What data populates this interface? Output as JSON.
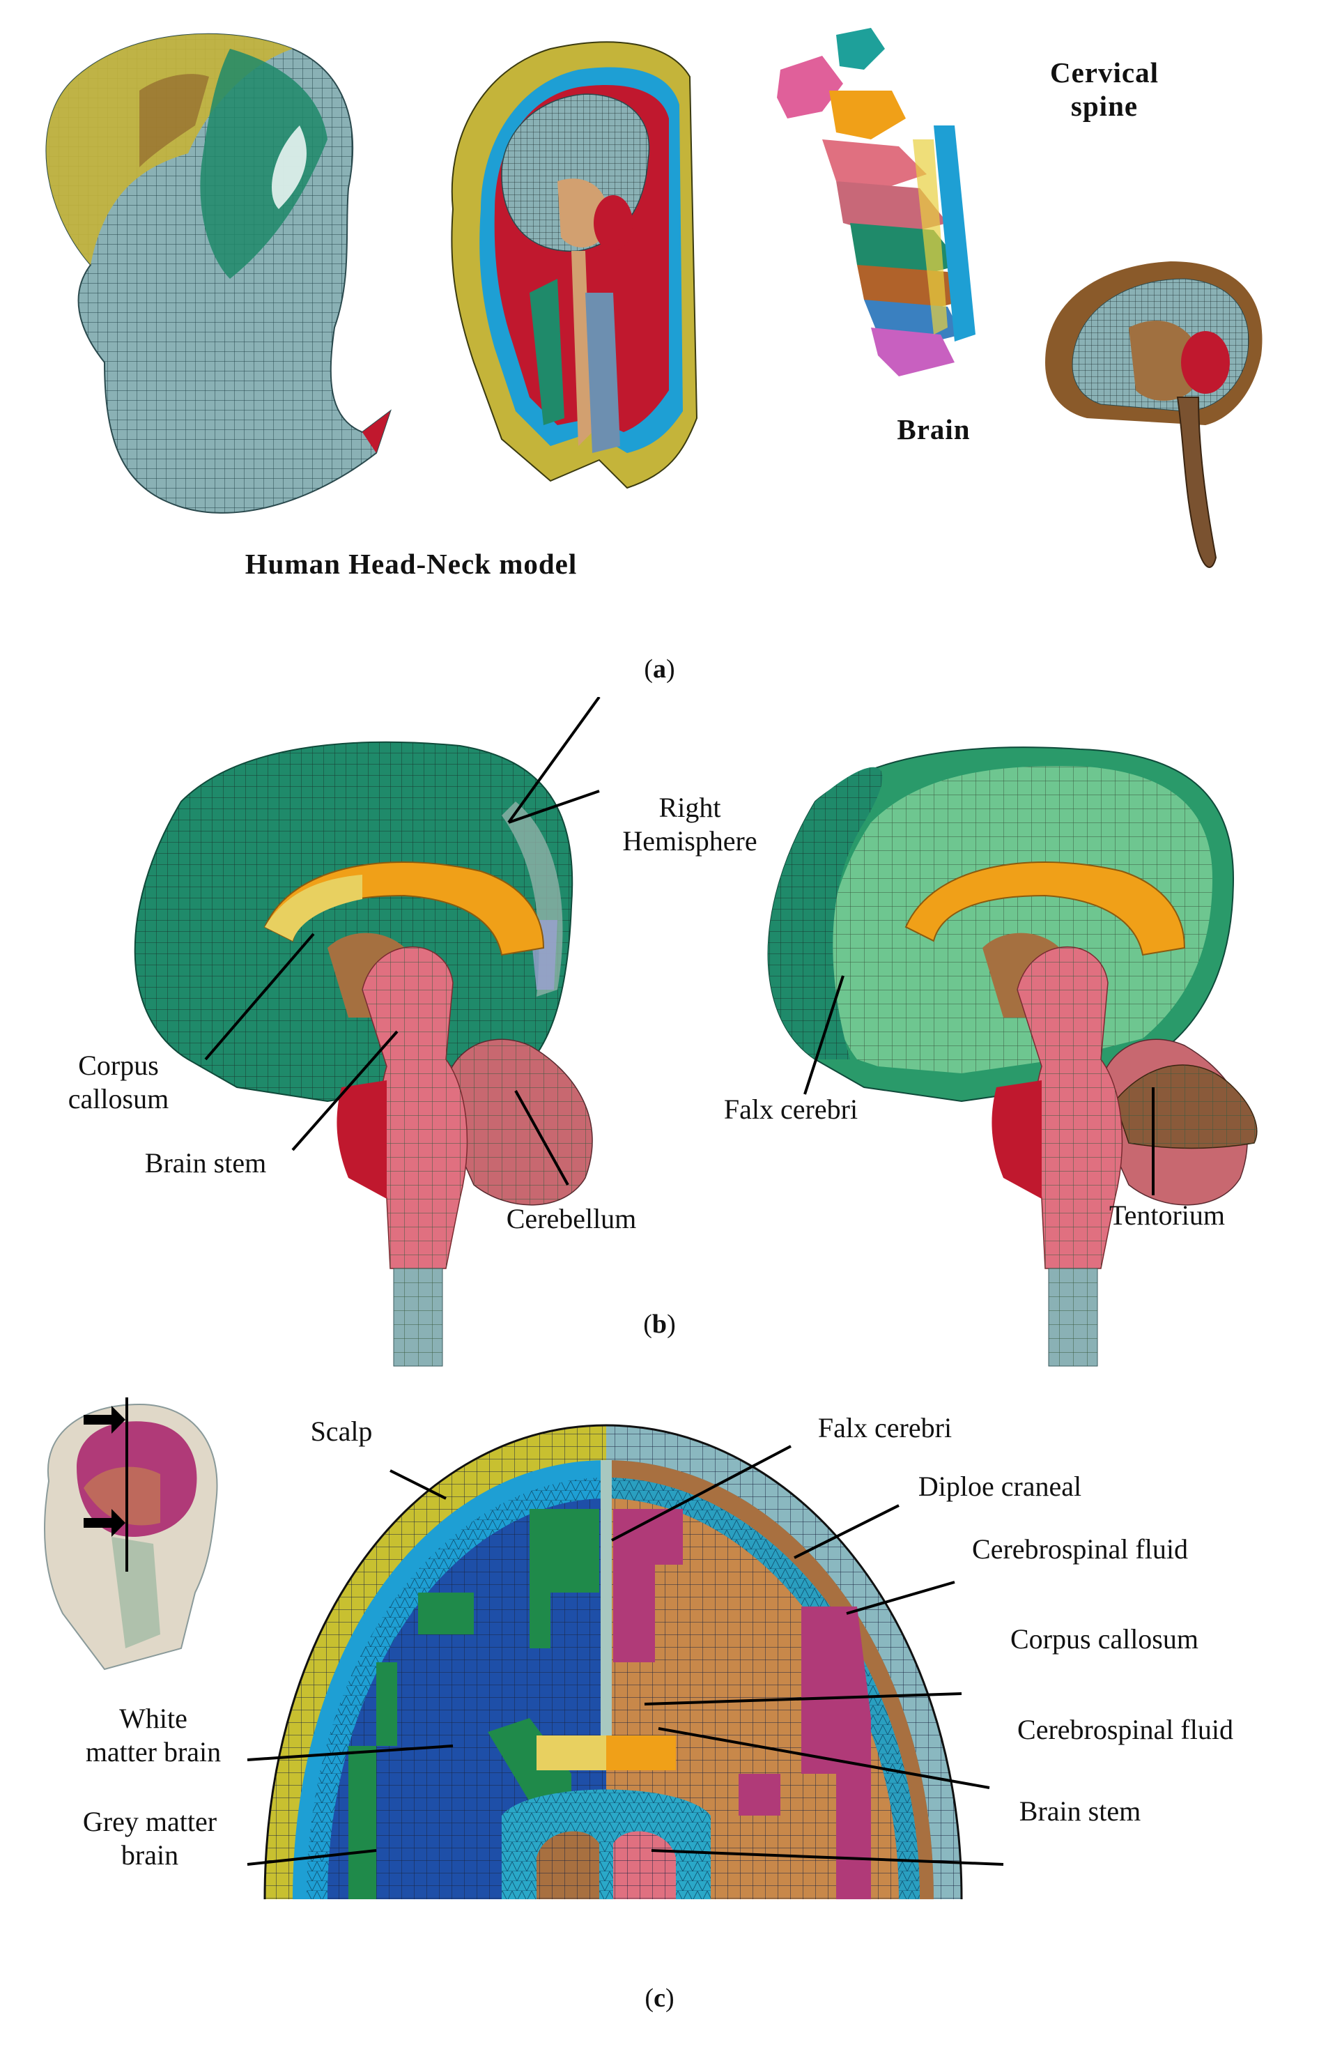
{
  "panel_a": {
    "label_cervical_spine_1": "Cervical",
    "label_cervical_spine_2": "spine",
    "label_brain": "Brain",
    "label_model": "Human Head-Neck model",
    "caption_open": "(",
    "caption_letter": "a",
    "caption_close": ")"
  },
  "panel_b": {
    "right_hemisphere_1": "Right",
    "right_hemisphere_2": "Hemisphere",
    "corpus_callosum_1": "Corpus",
    "corpus_callosum_2": "callosum",
    "brain_stem": "Brain stem",
    "cerebellum": "Cerebellum",
    "falx_cerebri": "Falx cerebri",
    "tentorium": "Tentorium",
    "caption_open": "(",
    "caption_letter": "b",
    "caption_close": ")"
  },
  "panel_c": {
    "scalp": "Scalp",
    "falx_cerebri": "Falx cerebri",
    "diploe_craneal": "Diploe craneal",
    "csf_1": "Cerebrospinal fluid",
    "corpus_callosum": "Corpus callosum",
    "csf_2": "Cerebrospinal fluid",
    "brain_stem": "Brain stem",
    "white_matter_1": "White",
    "white_matter_2": "matter brain",
    "grey_matter_1": "Grey matter",
    "grey_matter_2": "brain",
    "caption_open": "(",
    "caption_letter": "c",
    "caption_close": ")"
  },
  "colors": {
    "skin": "#8ab1b5",
    "green_mesh": "#1f8a6a",
    "yellow": "#c4b43a",
    "brown": "#8a5a2a",
    "red": "#c0182e",
    "orange": "#f0a018",
    "pink": "#e07080",
    "blue": "#1e4fa8",
    "magenta": "#b03a78",
    "tan": "#c8884a",
    "cyan": "#2aa8c8"
  }
}
